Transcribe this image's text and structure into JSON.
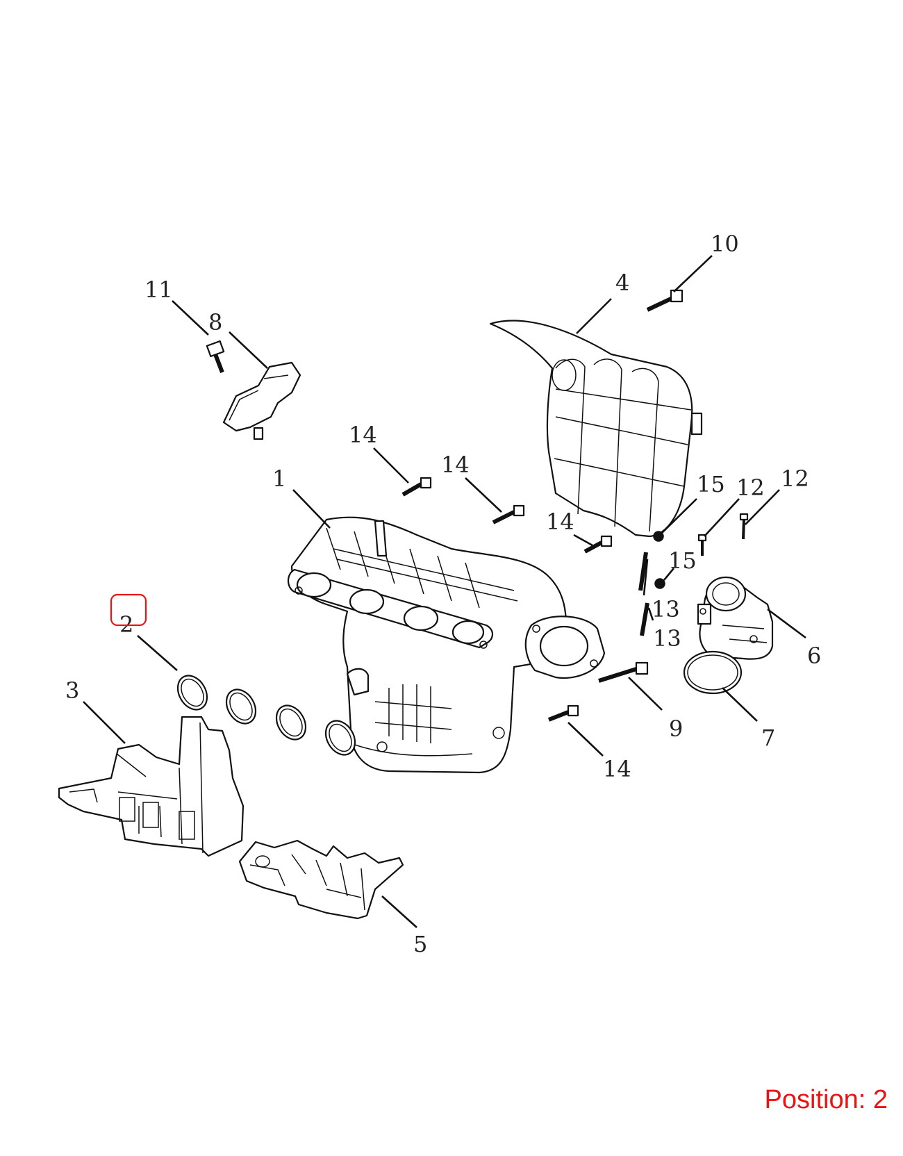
{
  "colors": {
    "line": "#111111",
    "highlight": "#ee1111",
    "background": "#ffffff"
  },
  "callouts": {
    "c1": "1",
    "c2": "2",
    "c3": "3",
    "c4": "4",
    "c5": "5",
    "c6": "6",
    "c7": "7",
    "c8": "8",
    "c9": "9",
    "c10": "10",
    "c11": "11",
    "c12a": "12",
    "c12b": "12",
    "c13a": "13",
    "c13b": "13",
    "c14a": "14",
    "c14b": "14",
    "c14c": "14",
    "c14d": "14",
    "c15a": "15",
    "c15b": "15"
  },
  "highlighted_callout": "2",
  "position_label": "Position: 2"
}
